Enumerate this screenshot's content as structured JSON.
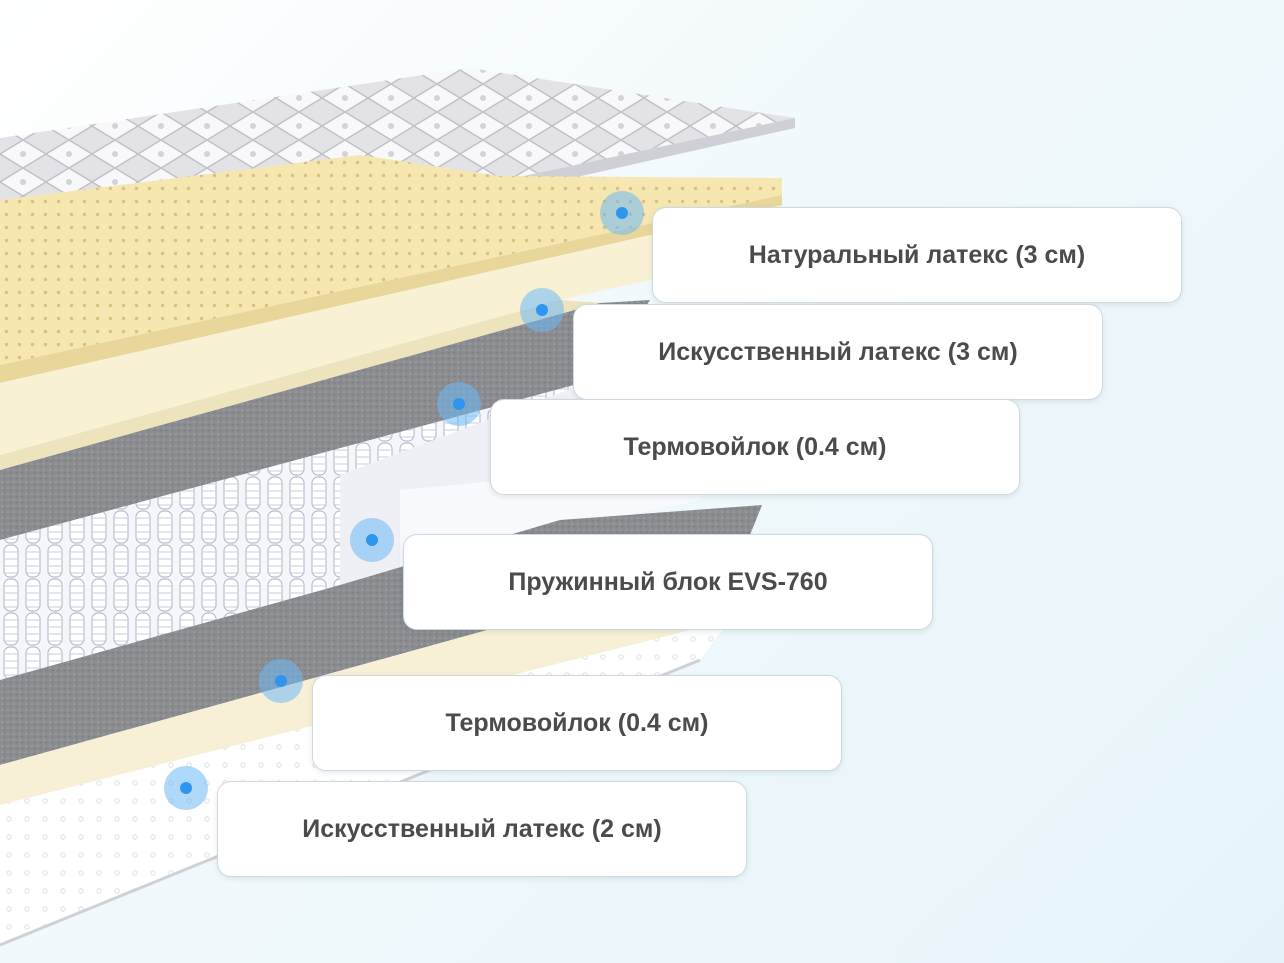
{
  "layers": [
    {
      "label": "Натуральный латекс (3 см)"
    },
    {
      "label": "Искусственный латекс (3 см)"
    },
    {
      "label": "Термовойлок (0.4 см)"
    },
    {
      "label": "Пружинный блок EVS-760"
    },
    {
      "label": "Термовойлок (0.4 см)"
    },
    {
      "label": "Искусственный латекс (2 см)"
    }
  ],
  "colors": {
    "marker": "#2f95ee",
    "latex_natural": "#f7e9b4",
    "latex_artificial": "#f8f1d2",
    "felt": "#8d8f93",
    "springs": "#eef1f6",
    "cover": "#ececef"
  }
}
